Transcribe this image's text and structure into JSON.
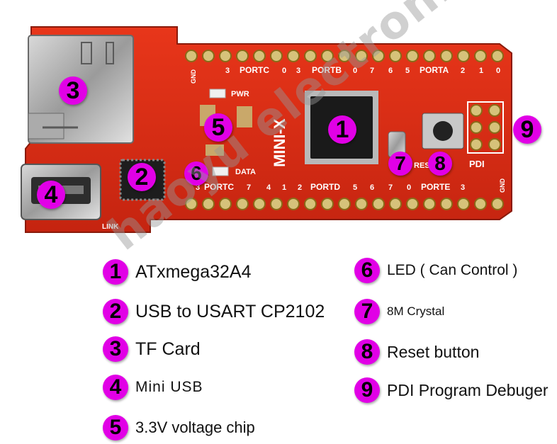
{
  "board": {
    "name": "MINI-X",
    "silkscreen": {
      "portc_top": "PORTC",
      "portb": "PORTB",
      "porta": "PORTA",
      "portc_bottom": "PORTC",
      "portd": "PORTD",
      "porte": "PORTE",
      "pwr": "PWR",
      "data": "DATA",
      "pdi": "PDI",
      "reset": "RESET",
      "link": "LINK",
      "gnd_left": "GND",
      "gnd_right": "GND",
      "nums_top": [
        "3",
        "0",
        "3",
        "0",
        "7",
        "6",
        "5",
        "2",
        "1",
        "0"
      ],
      "nums_bottom": [
        "3",
        "7",
        "4",
        "1",
        "2",
        "5",
        "6",
        "7",
        "0",
        "3"
      ]
    },
    "colors": {
      "pcb": "#dc2a12",
      "pcb_dark": "#b51e0c",
      "silk": "#ffffff",
      "badge": "#e100e6"
    }
  },
  "callouts": [
    "1",
    "2",
    "3",
    "4",
    "5",
    "6",
    "7",
    "8",
    "9"
  ],
  "legend": [
    {
      "num": "1",
      "label": "ATxmega32A4"
    },
    {
      "num": "2",
      "label": "USB to USART CP2102"
    },
    {
      "num": "3",
      "label": "TF Card"
    },
    {
      "num": "4",
      "label": "Mini USB"
    },
    {
      "num": "5",
      "label": "3.3V voltage chip"
    },
    {
      "num": "6",
      "label": "LED ( Can Control )"
    },
    {
      "num": "7",
      "label": "8M Crystal"
    },
    {
      "num": "8",
      "label": "Reset button"
    },
    {
      "num": "9",
      "label": "PDI Program Debuger"
    }
  ],
  "watermark": "haoyu electronics"
}
